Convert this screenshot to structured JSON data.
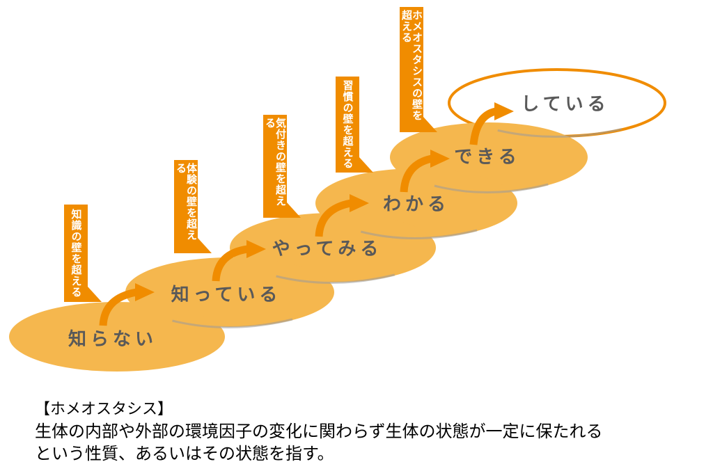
{
  "stages": [
    {
      "label": "知らない"
    },
    {
      "label": "知っている"
    },
    {
      "label": "やってみる"
    },
    {
      "label": "わかる"
    },
    {
      "label": "できる"
    },
    {
      "label": "している"
    }
  ],
  "walls": [
    {
      "label": "知識の壁を超える"
    },
    {
      "label": "体験の壁を超える"
    },
    {
      "label": "気付きの壁を超える"
    },
    {
      "label": "習慣の壁を超える"
    },
    {
      "label": "ホメオスタシスの壁を超える"
    }
  ],
  "colors": {
    "ellipse_fill": "#F5B74E",
    "accent_orange": "#F08C00",
    "label_text": "#595959"
  },
  "caption": {
    "heading": "【ホメオスタシス】",
    "line1": "生体の内部や外部の環境因子の変化に関わらず生体の状態が一定に保たれる",
    "line2": "という性質、あるいはその状態を指す。"
  }
}
